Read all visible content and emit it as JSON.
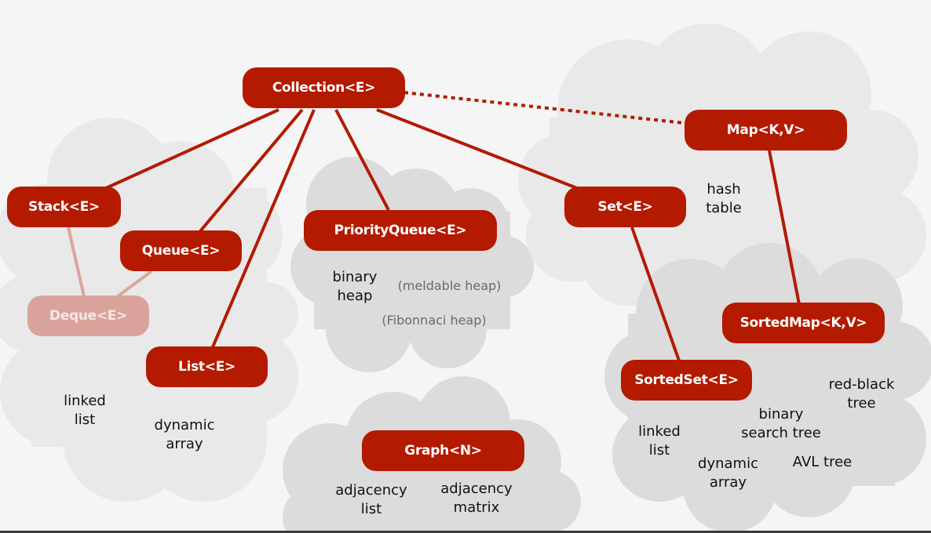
{
  "title": "Collection hierarchy",
  "colors": {
    "node": "#b31a00",
    "node_faded": "#d9a39b",
    "edge": "#b31a00",
    "edge_faded": "#dba59c",
    "cloud_light": "#e9e9e9",
    "cloud_dark": "#dcdcdc",
    "background": "#f5f5f5"
  },
  "nodes": {
    "collection": "Collection<E>",
    "map": "Map<K,V>",
    "stack": "Stack<E>",
    "queue": "Queue<E>",
    "deque": "Deque<E>",
    "list": "List<E>",
    "priority_queue": "PriorityQueue<E>",
    "set": "Set<E>",
    "sorted_map": "SortedMap<K,V>",
    "sorted_set": "SortedSet<E>",
    "graph": "Graph<N>"
  },
  "edges": [
    {
      "from": "collection",
      "to": "stack",
      "style": "solid"
    },
    {
      "from": "collection",
      "to": "queue",
      "style": "solid"
    },
    {
      "from": "collection",
      "to": "list",
      "style": "solid"
    },
    {
      "from": "collection",
      "to": "priority_queue",
      "style": "solid"
    },
    {
      "from": "collection",
      "to": "set",
      "style": "solid"
    },
    {
      "from": "collection",
      "to": "map",
      "style": "dotted"
    },
    {
      "from": "stack",
      "to": "deque",
      "style": "faded"
    },
    {
      "from": "queue",
      "to": "deque",
      "style": "faded"
    },
    {
      "from": "set",
      "to": "sorted_set",
      "style": "solid"
    },
    {
      "from": "map",
      "to": "sorted_map",
      "style": "solid"
    }
  ],
  "labels": {
    "list_linked": "linked\nlist",
    "list_dynamic": "dynamic\narray",
    "pq_binary_heap": "binary\nheap",
    "pq_meldable": "(meldable heap)",
    "pq_fibonacci": "(Fibonnaci heap)",
    "hash_table": "hash\ntable",
    "sorted_linked": "linked\nlist",
    "sorted_dynamic": "dynamic\narray",
    "sorted_bst": "binary\nsearch tree",
    "sorted_rbt": "red-black\ntree",
    "sorted_avl": "AVL tree",
    "graph_adj_list": "adjacency\nlist",
    "graph_adj_matrix": "adjacency\nmatrix"
  }
}
